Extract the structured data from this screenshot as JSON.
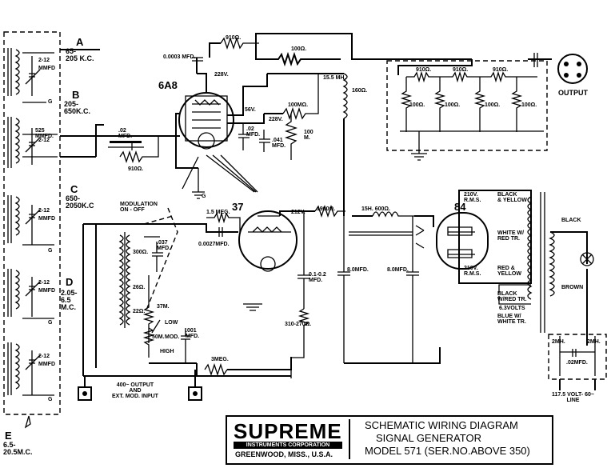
{
  "bands": {
    "a_letter": "A",
    "a_range": "65-\n205 K.C.",
    "b_letter": "B",
    "b_range": "205-\n650K.C.",
    "c_letter": "C",
    "c_range": "650-\n2050K.C",
    "d_letter": "D",
    "d_range": "2.05-\n6.5\nM.C.",
    "e_letter": "E",
    "e_range": "6.5-\n20.5M.C."
  },
  "trimmer": {
    "value": "2-12",
    "unit": "MMFD",
    "ground": "G"
  },
  "osc_section": {
    "tube": "6A8",
    "r_910_top": "910Ω.",
    "cap_0003": "0.0003 MFD.",
    "v_228": "228V.",
    "r_100_top": "100Ω.",
    "v_56": "56V.",
    "v_228b": "228V.",
    "cap_02a": ".02\nMFD.",
    "cap_02b": ".02\nMFD.",
    "cap_041": ".041\nMFD.",
    "r_910_grid": "910Ω.",
    "r_100m": "100MΩ.",
    "r_100m_v": "100\nM.",
    "choke": "15.5 MH.",
    "choke_r": "160Ω.",
    "cap_525": "525\nMMFD.",
    "ground_g": "G"
  },
  "atten": {
    "r1": "910Ω.",
    "r2": "910Ω.",
    "r3": "910Ω.",
    "shunt": "100Ω."
  },
  "output_label": "OUTPUT",
  "mod_section": {
    "modulation": "MODULATION\nON - OFF",
    "tube": "37",
    "r_15meg": "1.5 MEG.",
    "cap_0027": "0.0027MFD.",
    "cap_037": ".037\nMFD.",
    "r_300": "300Ω.",
    "r_26": "26Ω.",
    "r_22": "22Ω.",
    "r_37m": "37M.",
    "pot_50m": "50M.",
    "low": "LOW",
    "mod": "MOD.",
    "high": "HIGH",
    "cap_001": ".001\nMFD.",
    "r_3meg": "3MEG.",
    "v_212": "212V.",
    "r_1900": "1900Ω.",
    "cap_01": "0.1-0.2\nMFD.",
    "r_310": "310-270Ω.",
    "output_note": "400~ OUTPUT\nAND\nEXT. MOD. INPUT"
  },
  "power": {
    "choke": "15H. 600Ω.",
    "cap1": "8.0MFD.",
    "cap2": "8.0MFD.",
    "rect": "84",
    "rms_top": "210V.\nR.M.S.",
    "rms_bot": "210V.\nR.M.S.",
    "black_yellow": "BLACK\n& YELLOW",
    "white_red": "WHITE W/\nRED TR.",
    "red_yellow": "RED &\nYELLOW",
    "black_red": "BLACK\nW/RED TR.",
    "v63": "6.3VOLTS",
    "blue_white": "BLUE W/\nWHITE TR.",
    "black": "BLACK",
    "brown": "BROWN",
    "mh1": "2MH.",
    "mh2": "2MH.",
    "cap_02": ".02MFD.",
    "line": "117.5 VOLT- 60~\nLINE"
  },
  "title_block": {
    "company": "SUPREME",
    "corp": "INSTRUMENTS CORPORATION",
    "city": "GREENWOOD, MISS., U.S.A.",
    "line1": "SCHEMATIC WIRING DIAGRAM",
    "line2": "SIGNAL   GENERATOR",
    "line3": "MODEL 571   (SER.NO.ABOVE 350)"
  }
}
